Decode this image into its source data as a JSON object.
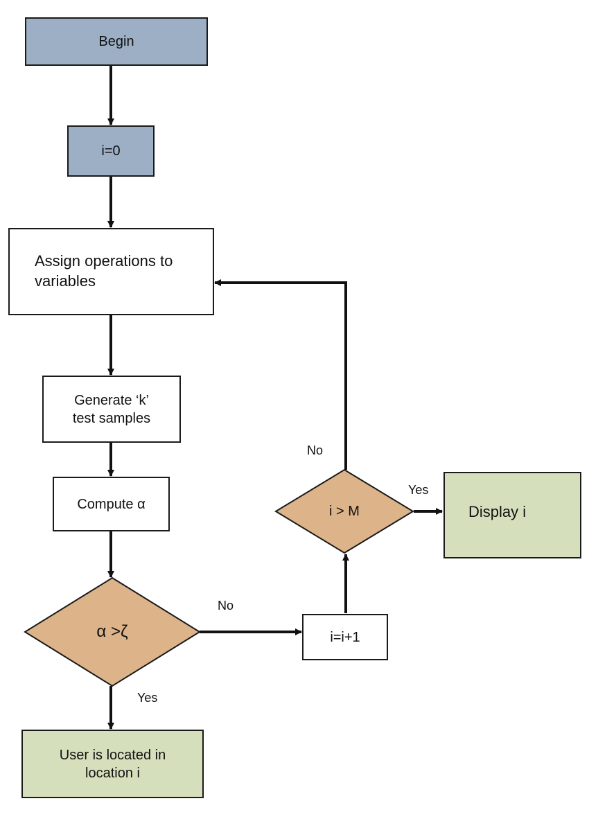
{
  "nodes": {
    "begin": "Begin",
    "init": "i=0",
    "assign": "Assign operations to\nvariables",
    "generate": "Generate ‘k’\ntest samples",
    "compute": "Compute  α",
    "decision_alpha": "α >ζ",
    "increment": "i=i+1",
    "decision_m": "i > M",
    "display": "Display i",
    "located": "User is located in\nlocation i"
  },
  "edge_labels": {
    "alpha_no": "No",
    "alpha_yes": "Yes",
    "m_no": "No",
    "m_yes": "Yes"
  },
  "colors": {
    "start_fill": "#9dafc5",
    "decision_fill": "#ddb389",
    "result_fill": "#d6dfbc",
    "process_fill": "#ffffff",
    "stroke": "#1a1a1a"
  }
}
